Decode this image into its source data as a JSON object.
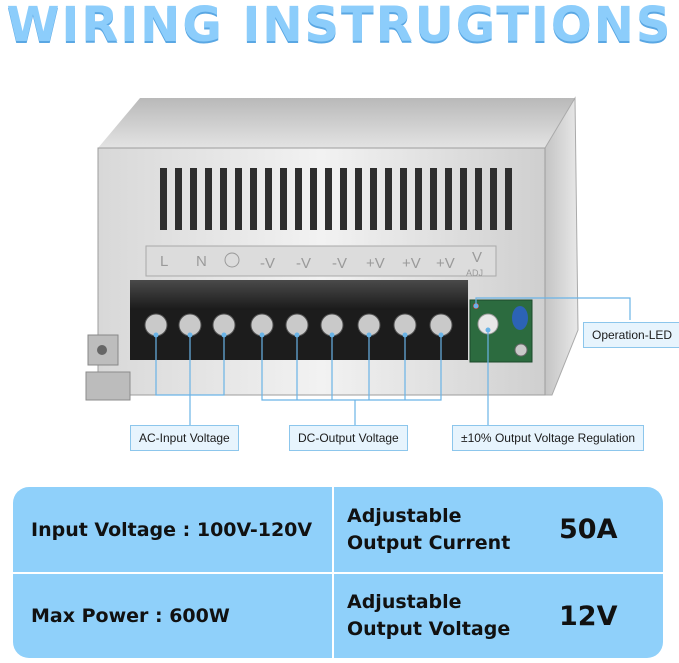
{
  "title": "WIRING INSTRUGTIONS",
  "terminal_markings": {
    "l_label": "L",
    "n_label": "N",
    "minus_v": "-V",
    "plus_v": "+V",
    "v_label": "V",
    "adj_label": "ADJ"
  },
  "callouts": {
    "operation_led": "Operation-LED",
    "ac_input": "AC-Input Voltage",
    "dc_output": "DC-Output Voltage",
    "regulation": "±10% Output Voltage Regulation"
  },
  "specs": {
    "input_voltage": "Input Voltage : 100V-120V",
    "max_power": "Max Power : 600W",
    "adj_current_line1": "Adjustable",
    "adj_current_line2": "Output Current",
    "adj_current_value": "50A",
    "adj_voltage_line1": "Adjustable",
    "adj_voltage_line2": "Output Voltage",
    "adj_voltage_value": "12V"
  },
  "colors": {
    "title": "#8ccdfb",
    "table_bg": "#8fd0fa",
    "callout_bg": "#e7f4fd",
    "callout_border": "#8cc6ec",
    "leader_line": "#6ab3e6"
  }
}
